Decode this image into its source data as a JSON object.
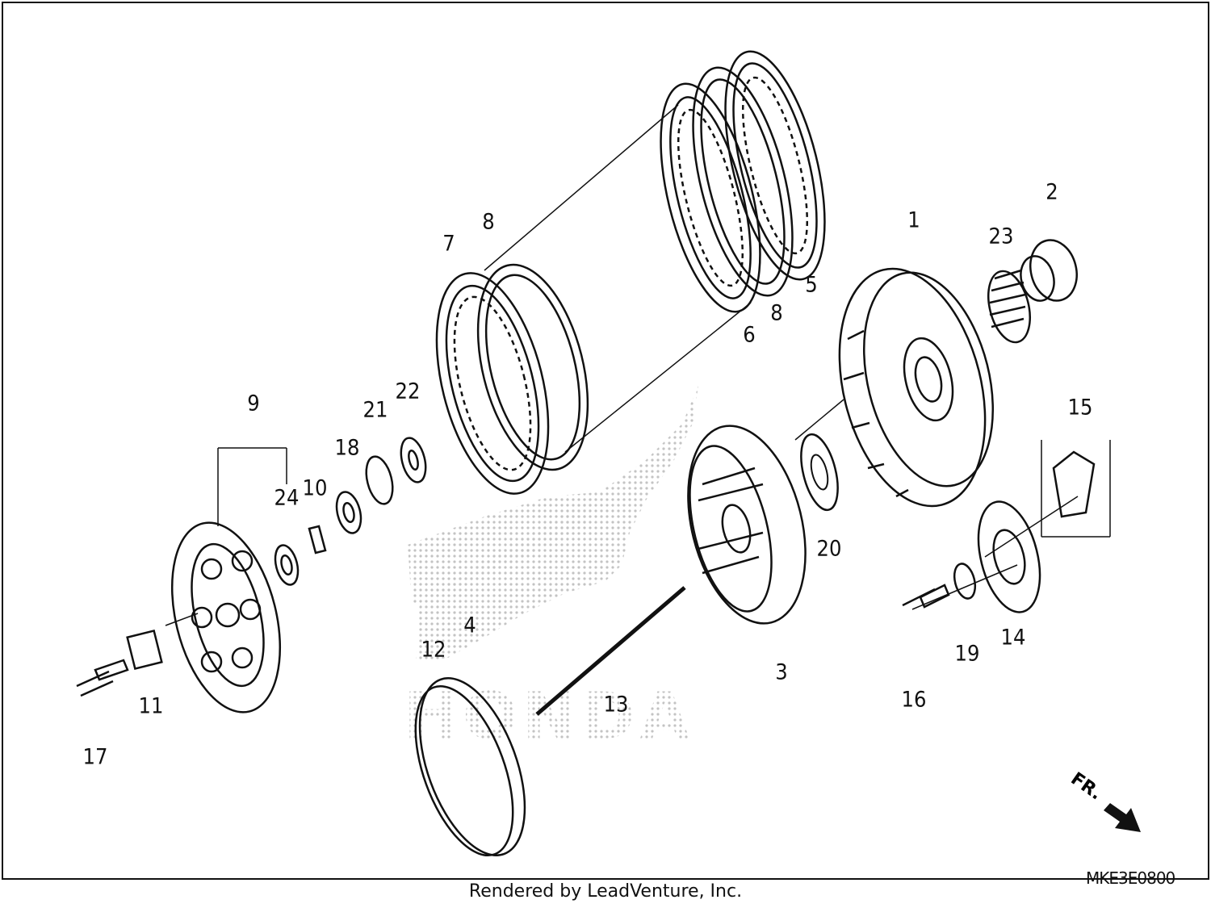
{
  "parts": [
    {
      "id": "p1",
      "number": "1"
    },
    {
      "id": "p2",
      "number": "2"
    },
    {
      "id": "p3",
      "number": "3"
    },
    {
      "id": "p4",
      "number": "4"
    },
    {
      "id": "p5",
      "number": "5"
    },
    {
      "id": "p6",
      "number": "6"
    },
    {
      "id": "p7",
      "number": "7"
    },
    {
      "id": "p8a",
      "number": "8"
    },
    {
      "id": "p8b",
      "number": "8"
    },
    {
      "id": "p9",
      "number": "9"
    },
    {
      "id": "p10",
      "number": "10"
    },
    {
      "id": "p11",
      "number": "11"
    },
    {
      "id": "p12",
      "number": "12"
    },
    {
      "id": "p13",
      "number": "13"
    },
    {
      "id": "p14",
      "number": "14"
    },
    {
      "id": "p15",
      "number": "15"
    },
    {
      "id": "p16",
      "number": "16"
    },
    {
      "id": "p17",
      "number": "17"
    },
    {
      "id": "p18",
      "number": "18"
    },
    {
      "id": "p19",
      "number": "19"
    },
    {
      "id": "p20",
      "number": "20"
    },
    {
      "id": "p21",
      "number": "21"
    },
    {
      "id": "p22",
      "number": "22"
    },
    {
      "id": "p23",
      "number": "23"
    },
    {
      "id": "p24",
      "number": "24"
    }
  ],
  "diagram_code": "MKE3E0800",
  "direction_marker": "FR.",
  "credit": "Rendered by LeadVenture, Inc.",
  "watermark": "HONDA",
  "colors": {
    "line": "#111111",
    "watermark": "#cccccc"
  }
}
